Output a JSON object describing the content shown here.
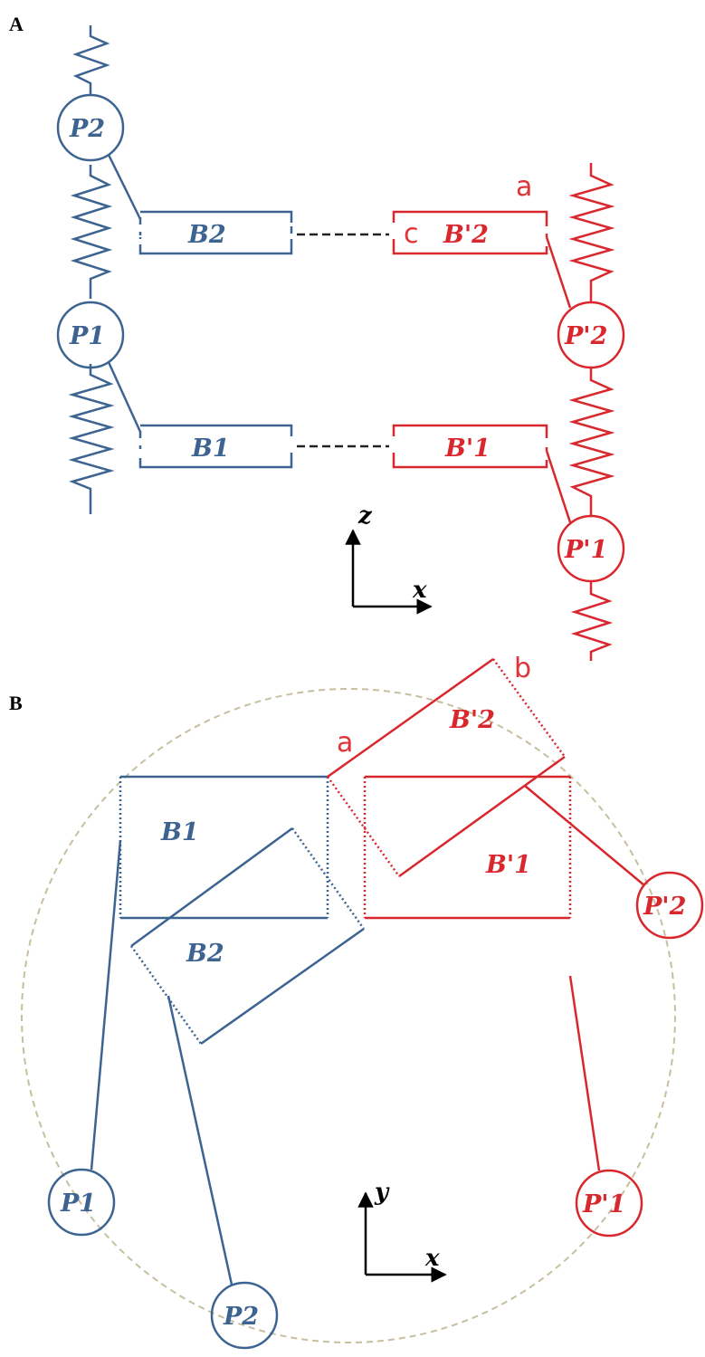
{
  "panels": {
    "A": {
      "label": "A",
      "left_chain": {
        "particles": [
          "P2",
          "P1"
        ],
        "blocks": [
          "B2",
          "B1"
        ]
      },
      "right_chain": {
        "particles": [
          "P'2",
          "P'1"
        ],
        "blocks": [
          "B'2",
          "B'1"
        ]
      },
      "annotations": [
        "a",
        "c"
      ],
      "axes": {
        "vertical": "z",
        "horizontal": "x"
      }
    },
    "B": {
      "label": "B",
      "left_chain": {
        "particles": [
          "P1",
          "P2"
        ],
        "blocks": [
          "B1",
          "B2"
        ]
      },
      "right_chain": {
        "particles": [
          "P'2",
          "P'1"
        ],
        "blocks": [
          "B'2",
          "B'1"
        ]
      },
      "annotations": [
        "a",
        "b"
      ],
      "axes": {
        "vertical": "y",
        "horizontal": "x"
      }
    }
  },
  "colors": {
    "left_chain": "#3d6491",
    "right_chain": "#d9272e",
    "circle": "#c8bf9f",
    "axes": "#000000"
  }
}
